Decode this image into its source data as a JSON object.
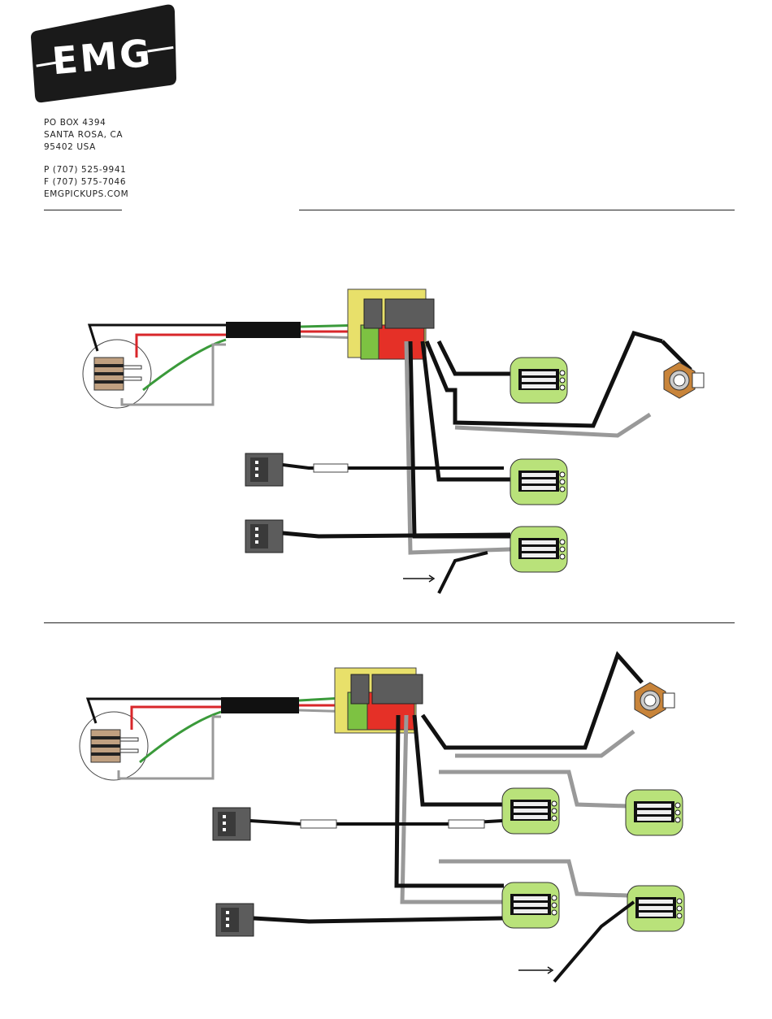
{
  "brand": {
    "logo_text": "EMG"
  },
  "address": {
    "line1": "PO BOX 4394",
    "line2": "SANTA ROSA, CA",
    "line3": "95402  USA",
    "phone": "P (707) 525-9941",
    "fax": "F (707) 575-7046",
    "website": "EMGPICKUPS.COM"
  },
  "colors": {
    "logo_bg": "#1a1a1a",
    "connector_yellow": "#e8e06a",
    "connector_green": "#7dc242",
    "connector_red": "#e53027",
    "connector_gray": "#5c5c5c",
    "pot_board": "#b9e27a",
    "jack_orange": "#c8843a",
    "wire_black": "#111111",
    "wire_red": "#d8262a",
    "wire_green": "#3a9a3a",
    "wire_white": "#ffffff"
  }
}
